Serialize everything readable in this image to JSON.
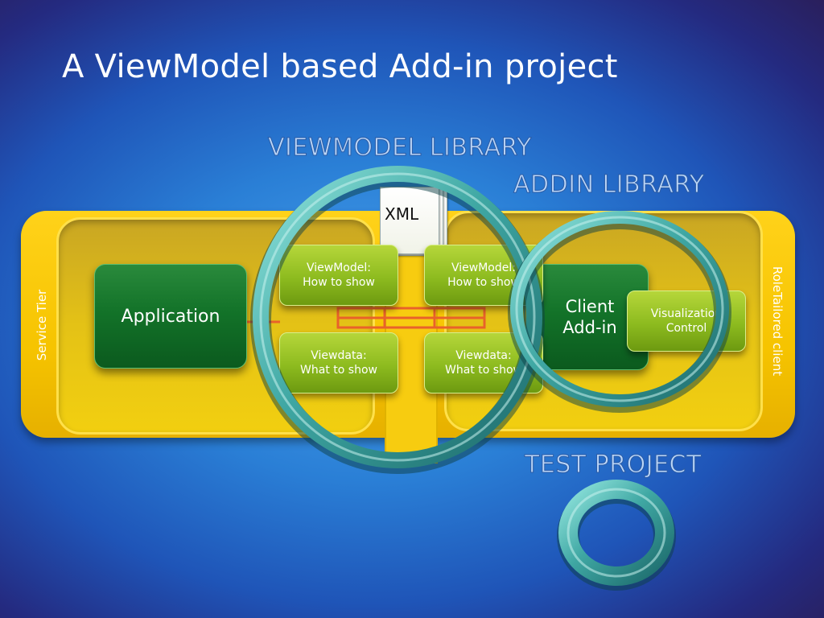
{
  "title": "A ViewModel based Add-in project",
  "labels": {
    "viewmodel_library": "VIEWMODEL LIBRARY",
    "addin_library": "ADDIN LIBRARY",
    "test_project": "TEST PROJECT"
  },
  "tiers": {
    "service": "Service Tier",
    "client": "RoleTailored client"
  },
  "boxes": {
    "application": "Application",
    "xml": "XML",
    "left_viewmodel": {
      "line1": "ViewModel:",
      "line2": "How to show"
    },
    "left_viewdata": {
      "line1": "Viewdata:",
      "line2": "What to show"
    },
    "right_viewmodel": {
      "line1": "ViewModel:",
      "line2": "How to show"
    },
    "right_viewdata": {
      "line1": "Viewdata:",
      "line2": "What to show"
    },
    "client_addin": {
      "line1": "Client",
      "line2": "Add-in"
    },
    "visualization": {
      "line1": "Visualization",
      "line2": "Control"
    }
  },
  "colors": {
    "tier_band": "#f6c400",
    "app_green": "#137329",
    "lime": "#8dbb1f",
    "connector": "#e8622a",
    "ring": "#3fa7a3"
  }
}
